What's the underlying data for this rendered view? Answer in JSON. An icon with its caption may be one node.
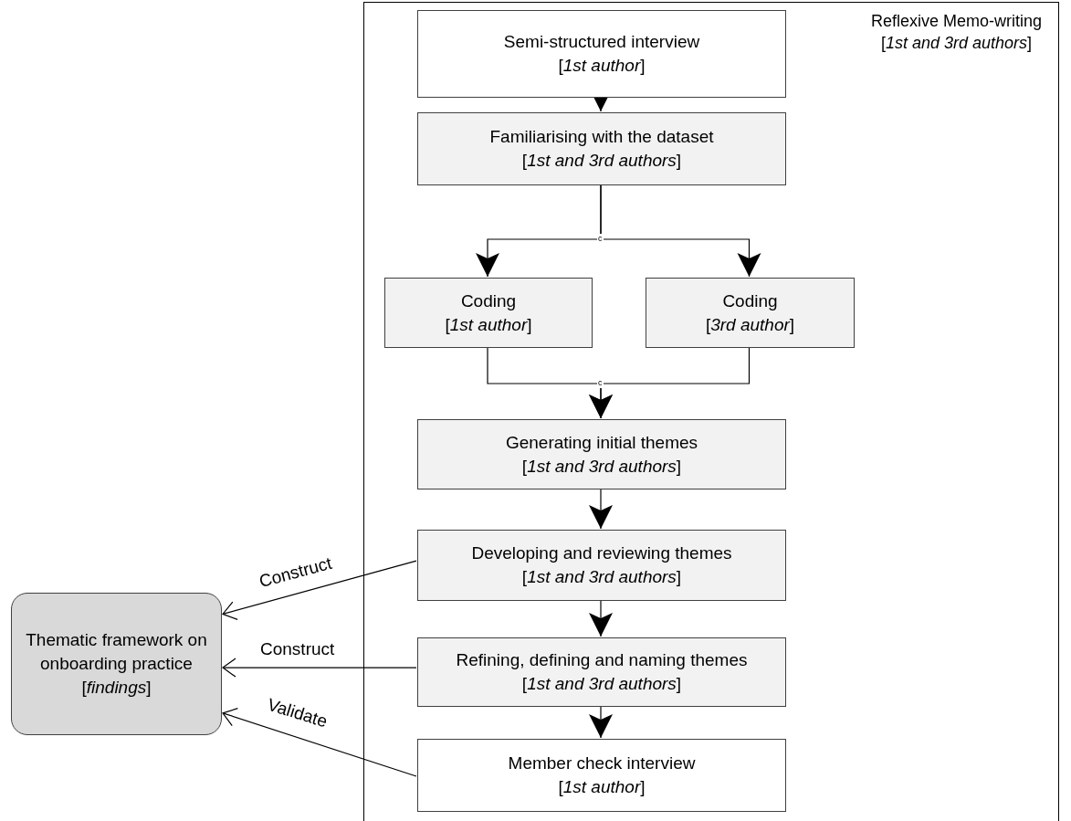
{
  "diagram": {
    "nodes": [
      {
        "text": [
          "Reflexive Memo-writing [*1st and 3rd authors*]"
        ]
      },
      {
        "text": [
          "Semi-structured interview",
          "[*1st author*]"
        ],
        "in": 0
      },
      {
        "text": [
          "Familiarising with the dataset",
          "[*1st and 3rd authors*]"
        ],
        "in": 0
      },
      {
        "text": [
          "Coding",
          "[*1st author*]"
        ],
        "in": 0
      },
      {
        "text": [
          "Coding",
          "[*3rd author*]"
        ],
        "in": 0
      },
      {
        "text": [
          "Generating initial themes",
          "[*1st and 3rd authors*]"
        ],
        "in": 0
      },
      {
        "text": [
          "Developing and reviewing themes",
          "[*1st and 3rd authors*]"
        ],
        "in": 0
      },
      {
        "text": [
          "Refining, defining and naming themes",
          "[*1st and 3rd authors*]"
        ],
        "in": 0
      },
      {
        "text": [
          "Member check interview",
          "[*1st author*]"
        ],
        "in": 0
      },
      {
        "text": [
          "Thematic framework on onboarding practice",
          "[*findings*]"
        ]
      }
    ],
    "edges": [
      {
        "from": 1,
        "to": 2,
        "arrow": "to"
      },
      {
        "from": 2,
        "to": 3,
        "arrow": "to"
      },
      {
        "from": 2,
        "to": 4,
        "arrow": "to"
      },
      {
        "from": 3,
        "to": 5,
        "arrow": "to"
      },
      {
        "from": 4,
        "to": 5,
        "arrow": "to"
      },
      {
        "from": 5,
        "to": 6,
        "arrow": "to"
      },
      {
        "from": 6,
        "to": 7,
        "arrow": "to"
      },
      {
        "from": 7,
        "to": 8,
        "arrow": "to"
      },
      {
        "from": 6,
        "to": 9,
        "arrow": "to",
        "label": "Construct"
      },
      {
        "from": 7,
        "to": 9,
        "arrow": "to",
        "label": "Construct"
      },
      {
        "from": 8,
        "to": 9,
        "arrow": "to",
        "label": "Validate"
      }
    ],
    "labels": [
      "c",
      "c"
    ]
  }
}
